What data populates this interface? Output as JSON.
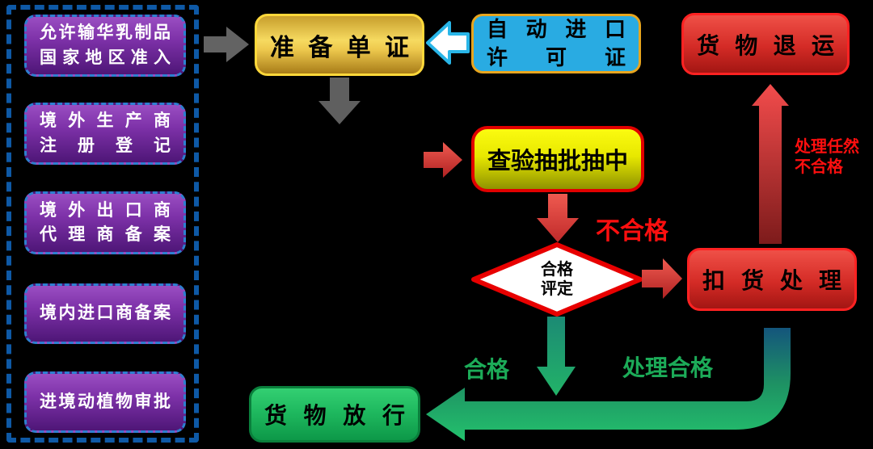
{
  "palette": {
    "background": "#000000",
    "sidebar_border_blue": "#0e59a6",
    "purple_box": "#7d31a8",
    "gold_box": "#f2c94c",
    "cyan_box": "#29abe2",
    "red_box": "#d42b26",
    "yellow_box": "#e8e800",
    "green_box": "#1fb95f",
    "gray_arrow": "#636363",
    "red_arrow": "#e03030",
    "green_arrow": "#22b368",
    "white": "#ffffff"
  },
  "sidebar": {
    "items": [
      {
        "lines": [
          "允许输华乳制品",
          "国家地区准入"
        ]
      },
      {
        "lines": [
          "境外生产商",
          "注册登记"
        ]
      },
      {
        "lines": [
          "境外出口商",
          "代理商备案"
        ]
      },
      {
        "lines": [
          "境内进口商备案"
        ]
      },
      {
        "lines": [
          "进境动植物审批"
        ]
      }
    ]
  },
  "nodes": {
    "prepare_docs": {
      "label": "准备单证"
    },
    "auto_license": {
      "lines": [
        "自动进口",
        "许可证"
      ]
    },
    "goods_return": {
      "label": "货物退运"
    },
    "inspection": {
      "label": "查验抽批抽中"
    },
    "assessment": {
      "lines": [
        "合格",
        "评定"
      ]
    },
    "detained": {
      "label": "扣货处理"
    },
    "release": {
      "label": "货物放行"
    }
  },
  "edge_labels": {
    "unqualified": "不合格",
    "qualified": "合格",
    "handled_qualified": "处理合格",
    "handled_still_unqualified": [
      "处理任然",
      "不合格"
    ]
  }
}
